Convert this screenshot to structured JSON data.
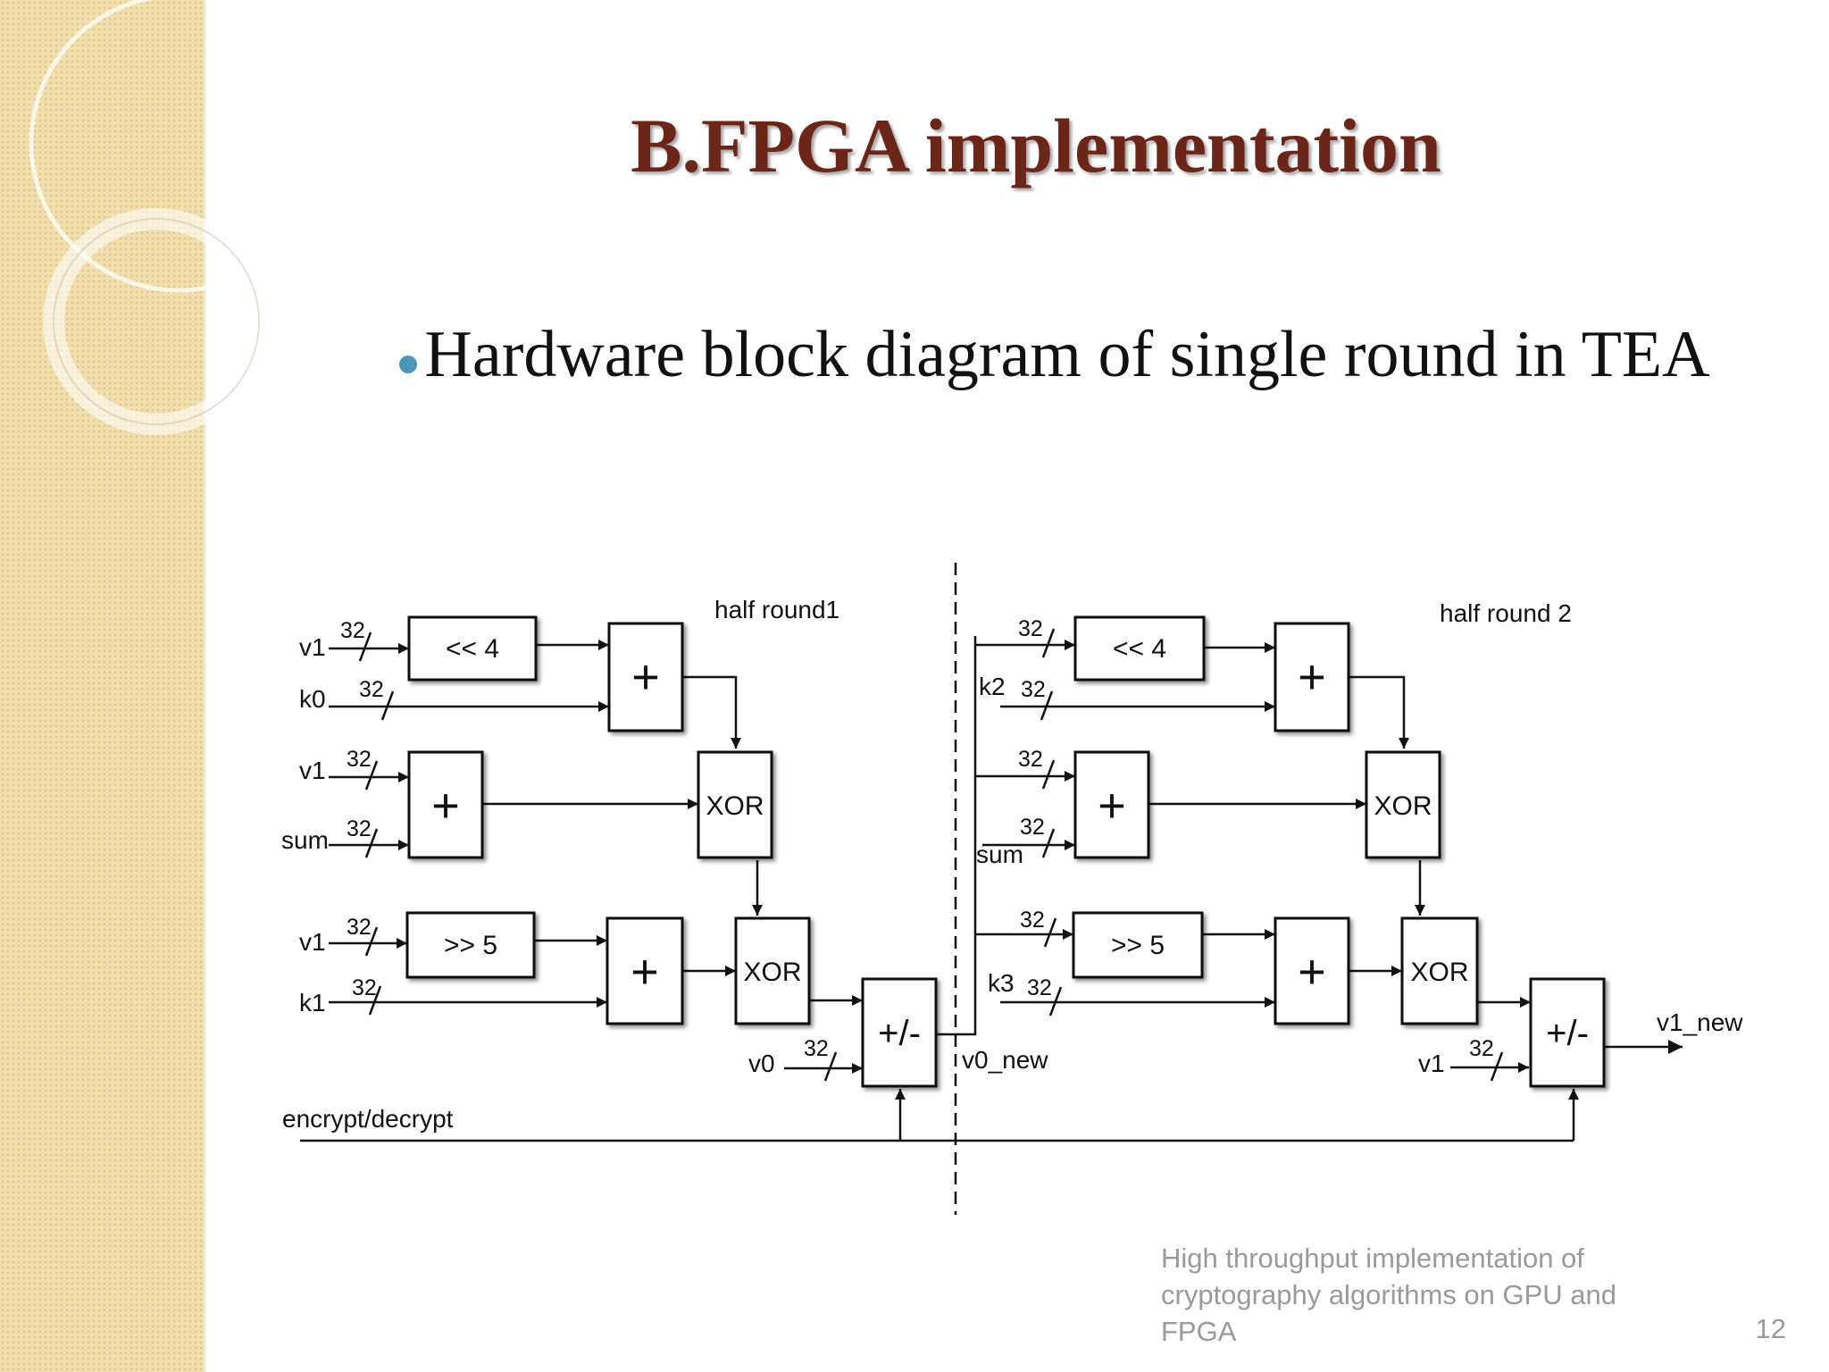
{
  "slide": {
    "title": "B.FPGA implementation",
    "bullet": "Hardware block diagram of single round in TEA",
    "footer": "High throughput implementation of cryptography algorithms on GPU and FPGA",
    "page_number": "12"
  },
  "diagram": {
    "labels": {
      "half_round_1": "half round1",
      "half_round_2": "half round 2",
      "encrypt_decrypt": "encrypt/decrypt",
      "v0_new": "v0_new",
      "v1_new": "v1_new"
    },
    "half1_inputs": [
      "v1",
      "k0",
      "v1",
      "sum",
      "v1",
      "k1",
      "v0"
    ],
    "half2_inputs": [
      "k2",
      "sum",
      "k3",
      "v1"
    ],
    "bus_width": "32",
    "blocks": {
      "shift_left": "<< 4",
      "shift_right": ">> 5",
      "add": "+",
      "xor": "XOR",
      "add_sub": "+/-"
    }
  }
}
